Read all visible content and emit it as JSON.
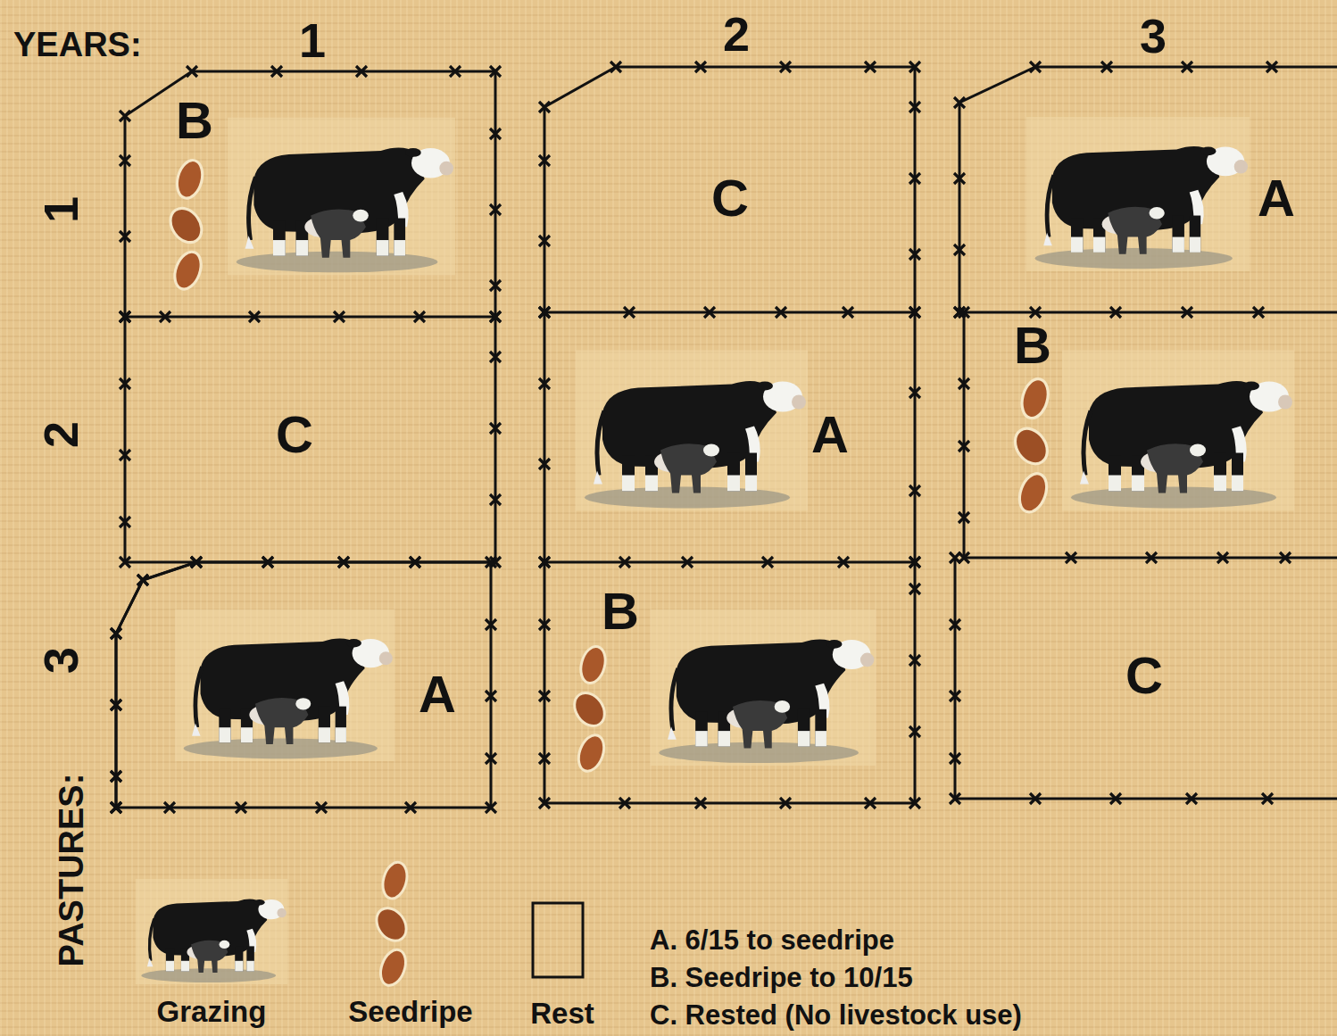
{
  "diagram": {
    "nodes": [
      {
        "text": [
          "B"
        ]
      },
      {
        "text": [
          "C"
        ]
      },
      {
        "text": [
          "A"
        ]
      },
      {
        "text": [
          "C"
        ]
      },
      {
        "text": [
          "A"
        ]
      },
      {
        "text": [
          "B"
        ]
      },
      {
        "text": [
          "A"
        ]
      },
      {
        "text": [
          "B"
        ]
      },
      {
        "text": [
          "C"
        ]
      }
    ],
    "labels": [
      "YEARS:",
      "1",
      "2",
      "3",
      "PASTURES:",
      "1",
      "2",
      "3",
      "A. 6/15 to seedripe",
      "B. Seedripe to 10/15",
      "C. Rested (No livestock use)"
    ],
    "legend": [
      {
        "text": "Grazing"
      },
      {
        "text": "Seedripe"
      },
      {
        "text": "Rest"
      }
    ]
  }
}
